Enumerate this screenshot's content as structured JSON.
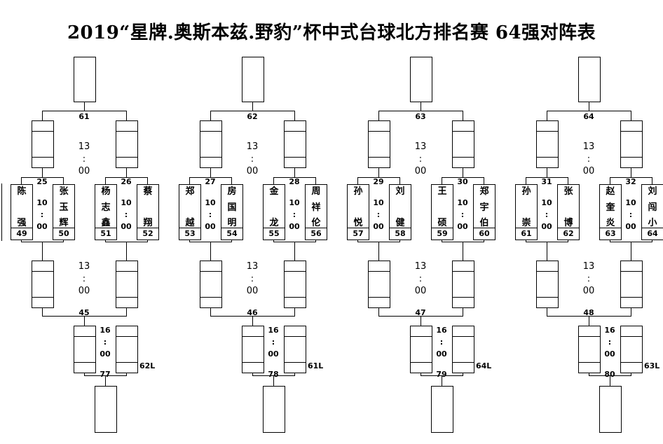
{
  "title": "2019“星牌.奥斯本兹.野豹”杯中式台球北方排名赛 64强对阵表",
  "groups": [
    {
      "final_match": "61",
      "semis": [
        {
          "match": "25",
          "players": [
            {
              "name": [
                "陈",
                "强"
              ],
              "seed": "49"
            },
            {
              "name": [
                "张",
                "玉",
                "辉"
              ],
              "seed": "50"
            }
          ],
          "time": [
            "10",
            ":",
            "00"
          ]
        },
        {
          "match": "26",
          "players": [
            {
              "name": [
                "杨",
                "志",
                "鑫"
              ],
              "seed": "51"
            },
            {
              "name": [
                "蔡",
                "翔"
              ],
              "seed": "52"
            }
          ],
          "time": [
            "10",
            ":",
            "00"
          ]
        }
      ],
      "upper_time": [
        "13",
        ":",
        "00"
      ],
      "lower_time": [
        "13",
        ":",
        "00"
      ],
      "lower_match": "45",
      "mid_time": [
        "16",
        ":",
        "00"
      ],
      "bottom_match": "77",
      "loser_note": "62L"
    },
    {
      "final_match": "62",
      "semis": [
        {
          "match": "27",
          "players": [
            {
              "name": [
                "郑",
                "越"
              ],
              "seed": "53"
            },
            {
              "name": [
                "房",
                "国",
                "明"
              ],
              "seed": "54"
            }
          ],
          "time": [
            "10",
            ":",
            "00"
          ]
        },
        {
          "match": "28",
          "players": [
            {
              "name": [
                "金",
                "龙"
              ],
              "seed": "55"
            },
            {
              "name": [
                "周",
                "祥",
                "伦"
              ],
              "seed": "56"
            }
          ],
          "time": [
            "10",
            ":",
            "00"
          ]
        }
      ],
      "upper_time": [
        "13",
        ":",
        "00"
      ],
      "lower_time": [
        "13",
        ":",
        "00"
      ],
      "lower_match": "46",
      "mid_time": [
        "16",
        ":",
        "00"
      ],
      "bottom_match": "78",
      "loser_note": "61L"
    },
    {
      "final_match": "63",
      "semis": [
        {
          "match": "29",
          "players": [
            {
              "name": [
                "孙",
                "悦"
              ],
              "seed": "57"
            },
            {
              "name": [
                "刘",
                "健"
              ],
              "seed": "58"
            }
          ],
          "time": [
            "10",
            ":",
            "00"
          ]
        },
        {
          "match": "30",
          "players": [
            {
              "name": [
                "王",
                "硕"
              ],
              "seed": "59"
            },
            {
              "name": [
                "郑",
                "宇",
                "伯"
              ],
              "seed": "60"
            }
          ],
          "time": [
            "10",
            ":",
            "00"
          ]
        }
      ],
      "upper_time": [
        "13",
        ":",
        "00"
      ],
      "lower_time": [
        "13",
        ":",
        "00"
      ],
      "lower_match": "47",
      "mid_time": [
        "16",
        ":",
        "00"
      ],
      "bottom_match": "79",
      "loser_note": "64L"
    },
    {
      "final_match": "64",
      "semis": [
        {
          "match": "31",
          "players": [
            {
              "name": [
                "孙",
                "崇"
              ],
              "seed": "61"
            },
            {
              "name": [
                "张",
                "博"
              ],
              "seed": "62"
            }
          ],
          "time": [
            "10",
            ":",
            "00"
          ]
        },
        {
          "match": "32",
          "players": [
            {
              "name": [
                "赵",
                "奎",
                "炎"
              ],
              "seed": "63"
            },
            {
              "name": [
                "刘",
                "闯",
                "小"
              ],
              "seed": "64"
            }
          ],
          "time": [
            "10",
            ":",
            "00"
          ]
        }
      ],
      "upper_time": [
        "13",
        ":",
        "00"
      ],
      "lower_time": [
        "13",
        ":",
        "00"
      ],
      "lower_match": "48",
      "mid_time": [
        "16",
        ":",
        "00"
      ],
      "bottom_match": "80",
      "loser_note": "63L"
    }
  ]
}
